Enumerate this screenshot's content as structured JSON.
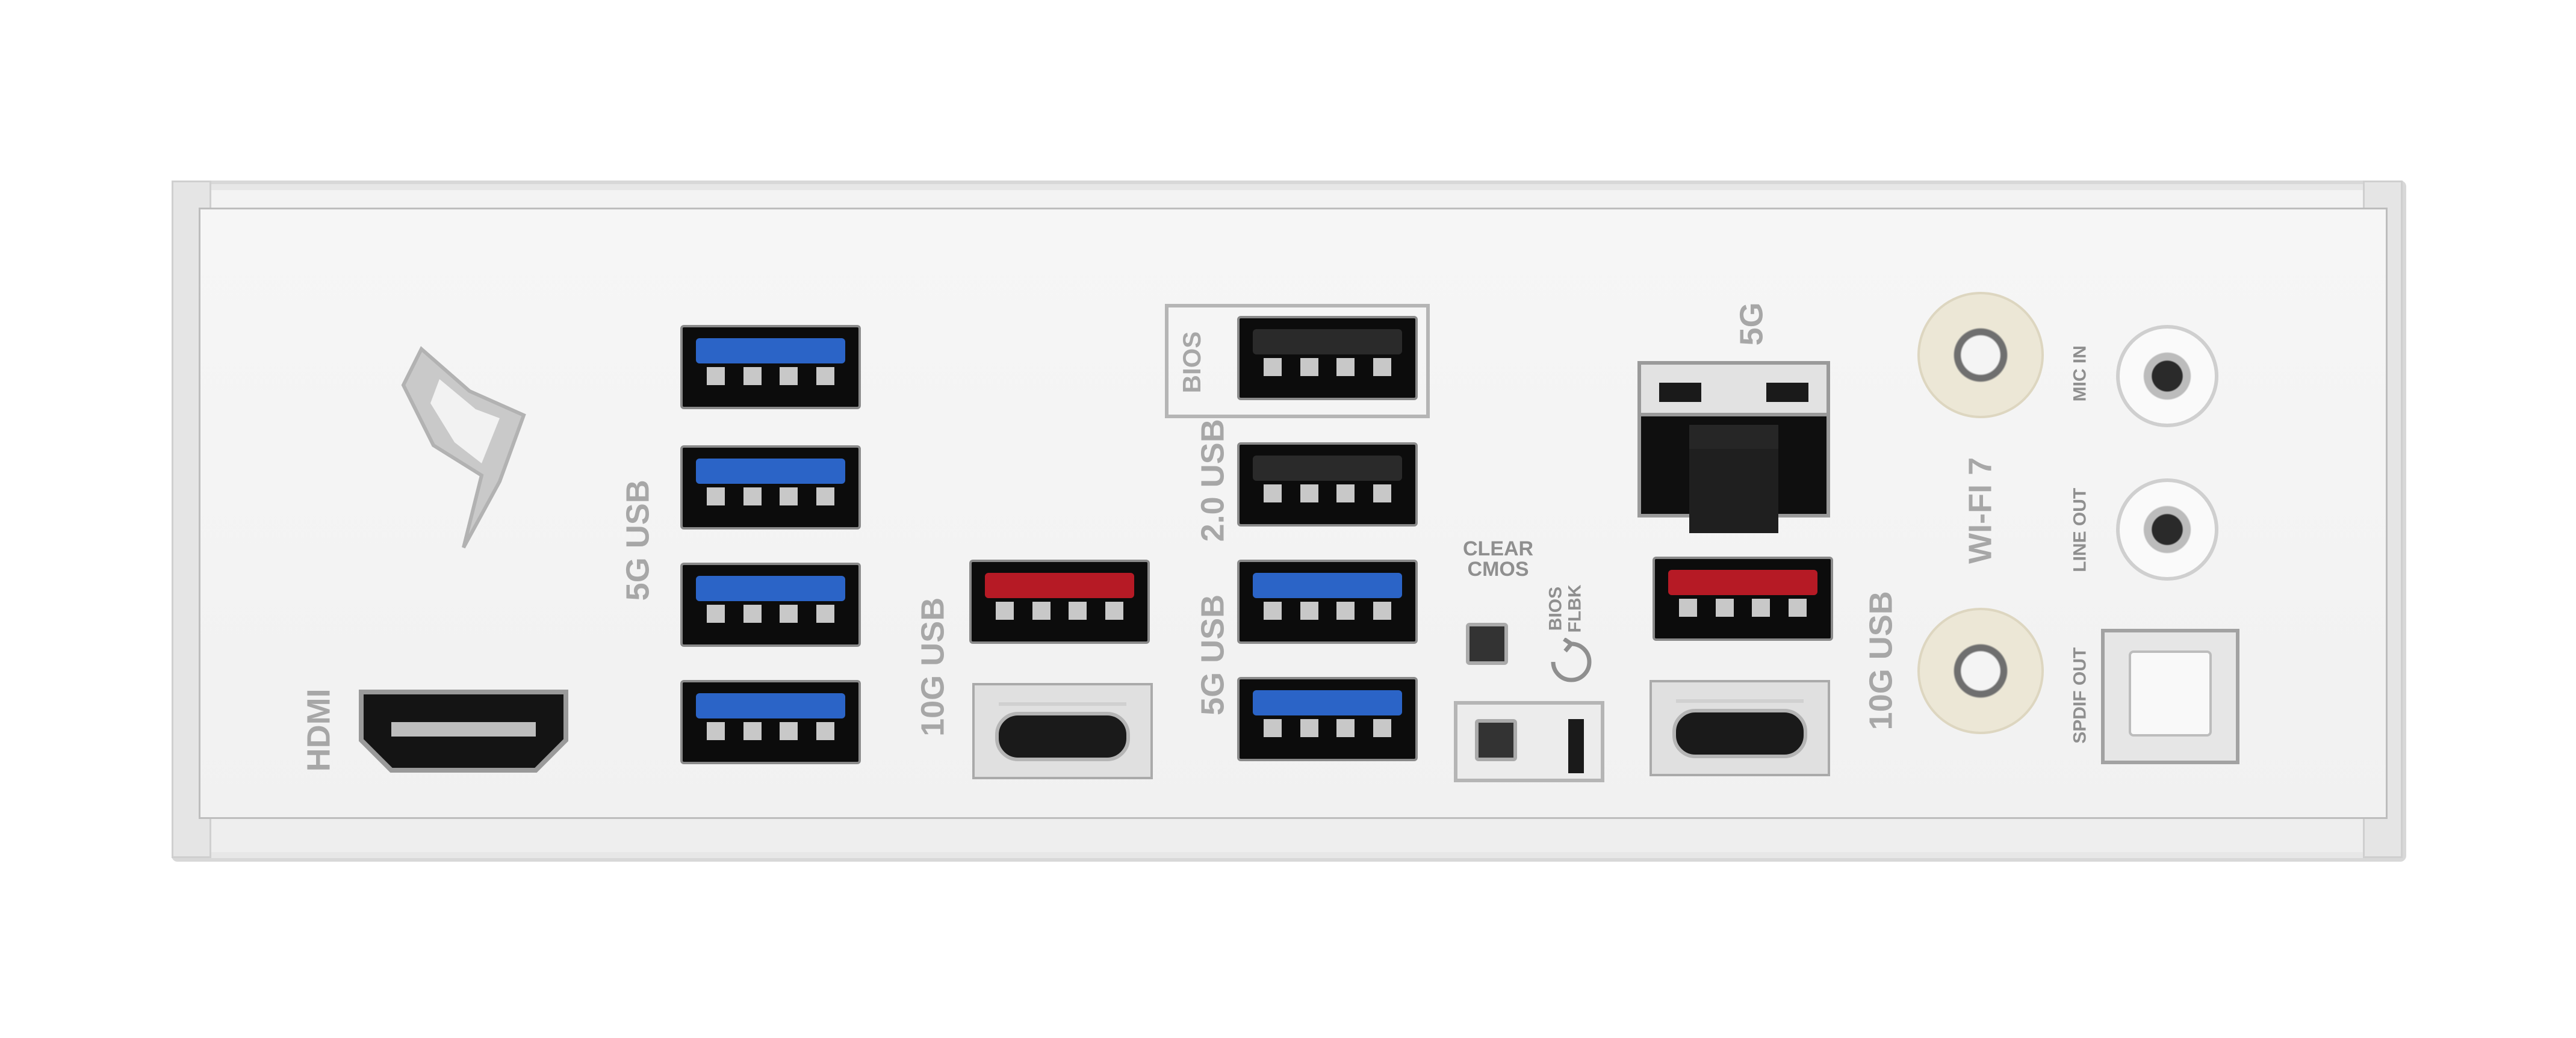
{
  "labels": {
    "hdmi": "HDMI",
    "usb_5g_left": "5G USB",
    "usb_10g_left": "10G USB",
    "bios": "BIOS",
    "usb_20": "2.0 USB",
    "usb_5g_mid": "5G USB",
    "clear_cmos": "CLEAR\nCMOS",
    "bios_flbk": "BIOS\nFLBK",
    "lan_5g": "5G",
    "usb_10g_right": "10G USB",
    "wifi7": "WI-FI 7",
    "mic_in": "MIC IN",
    "line_out": "LINE OUT",
    "spdif_out": "SPDIF OUT"
  },
  "colors": {
    "usb_blue": "#2b64c7",
    "usb_red": "#b61a25",
    "usb_black": "#2a2a2a",
    "panel": "#f3f3f3",
    "label_grey": "#a7a7a7"
  },
  "icons": {
    "rog_logo": "rog-eye-logo",
    "bios_flbk": "flashback-arrows-icon"
  }
}
